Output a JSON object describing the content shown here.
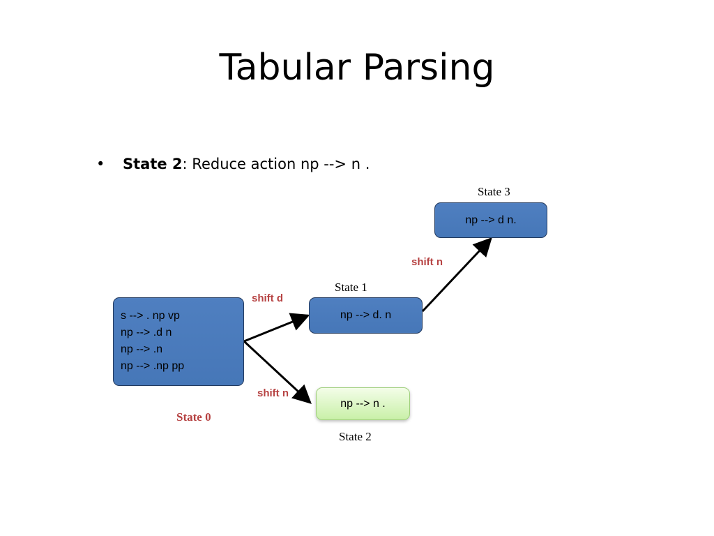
{
  "slide": {
    "title": "Tabular Parsing",
    "bullet": {
      "marker": "•",
      "bold_text": "State 2",
      "rest_text": ": Reduce action np --> n ."
    }
  },
  "diagram": {
    "state0": {
      "label": "State 0",
      "items": [
        "s --> . np vp",
        "np --> .d n",
        "np --> .n",
        "np --> .np pp"
      ]
    },
    "state1": {
      "label": "State 1",
      "item": "np --> d. n"
    },
    "state2": {
      "label": "State 2",
      "item": "np --> n ."
    },
    "state3": {
      "label": "State 3",
      "item": "np --> d n."
    },
    "edges": {
      "shift_d": "shift d",
      "shift_n_down": "shift n",
      "shift_n_up": "shift n"
    },
    "colors": {
      "state_fill": "#4a7bbd",
      "highlight_fill": "#d8f5c0",
      "edge_label": "#b64242"
    }
  }
}
